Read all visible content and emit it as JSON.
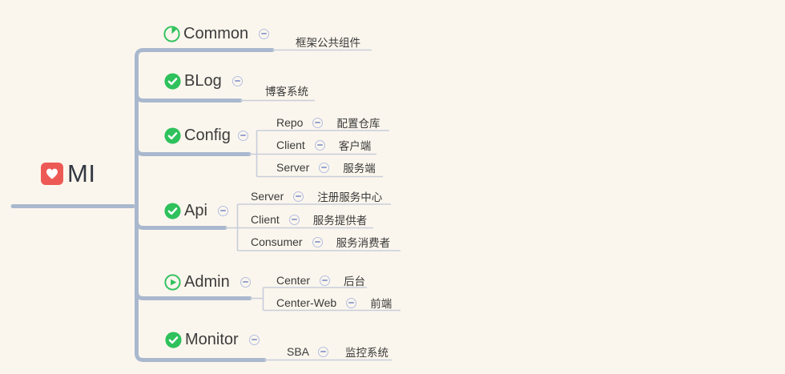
{
  "root": {
    "label": "MI",
    "icon": "heart-icon"
  },
  "topics": [
    {
      "label": "Common",
      "icon": "progress-pie-icon",
      "leaf": "框架公共组件"
    },
    {
      "label": "BLog",
      "icon": "check-icon",
      "leaf": "博客系统"
    },
    {
      "label": "Config",
      "icon": "check-icon",
      "children": [
        {
          "label": "Repo",
          "leaf": "配置仓库"
        },
        {
          "label": "Client",
          "leaf": "客户端"
        },
        {
          "label": "Server",
          "leaf": "服务端"
        }
      ]
    },
    {
      "label": "Api",
      "icon": "check-icon",
      "children": [
        {
          "label": "Server",
          "leaf": "注册服务中心"
        },
        {
          "label": "Client",
          "leaf": "服务提供者"
        },
        {
          "label": "Consumer",
          "leaf": "服务消费者"
        }
      ]
    },
    {
      "label": "Admin",
      "icon": "play-icon",
      "children": [
        {
          "label": "Center",
          "leaf": "后台"
        },
        {
          "label": "Center-Web",
          "leaf": "前端"
        }
      ]
    },
    {
      "label": "Monitor",
      "icon": "check-icon",
      "children": [
        {
          "label": "SBA",
          "leaf": "监控系统"
        }
      ]
    }
  ],
  "colors": {
    "background": "#FBF6ED",
    "branch_line": "#A9B8CE",
    "thin_line": "#C7CDDB",
    "marker_green": "#2EC15C",
    "heart_red": "#ED5A55",
    "text_dark": "#3A3A3A",
    "collapse_border": "#B3BEE3"
  }
}
